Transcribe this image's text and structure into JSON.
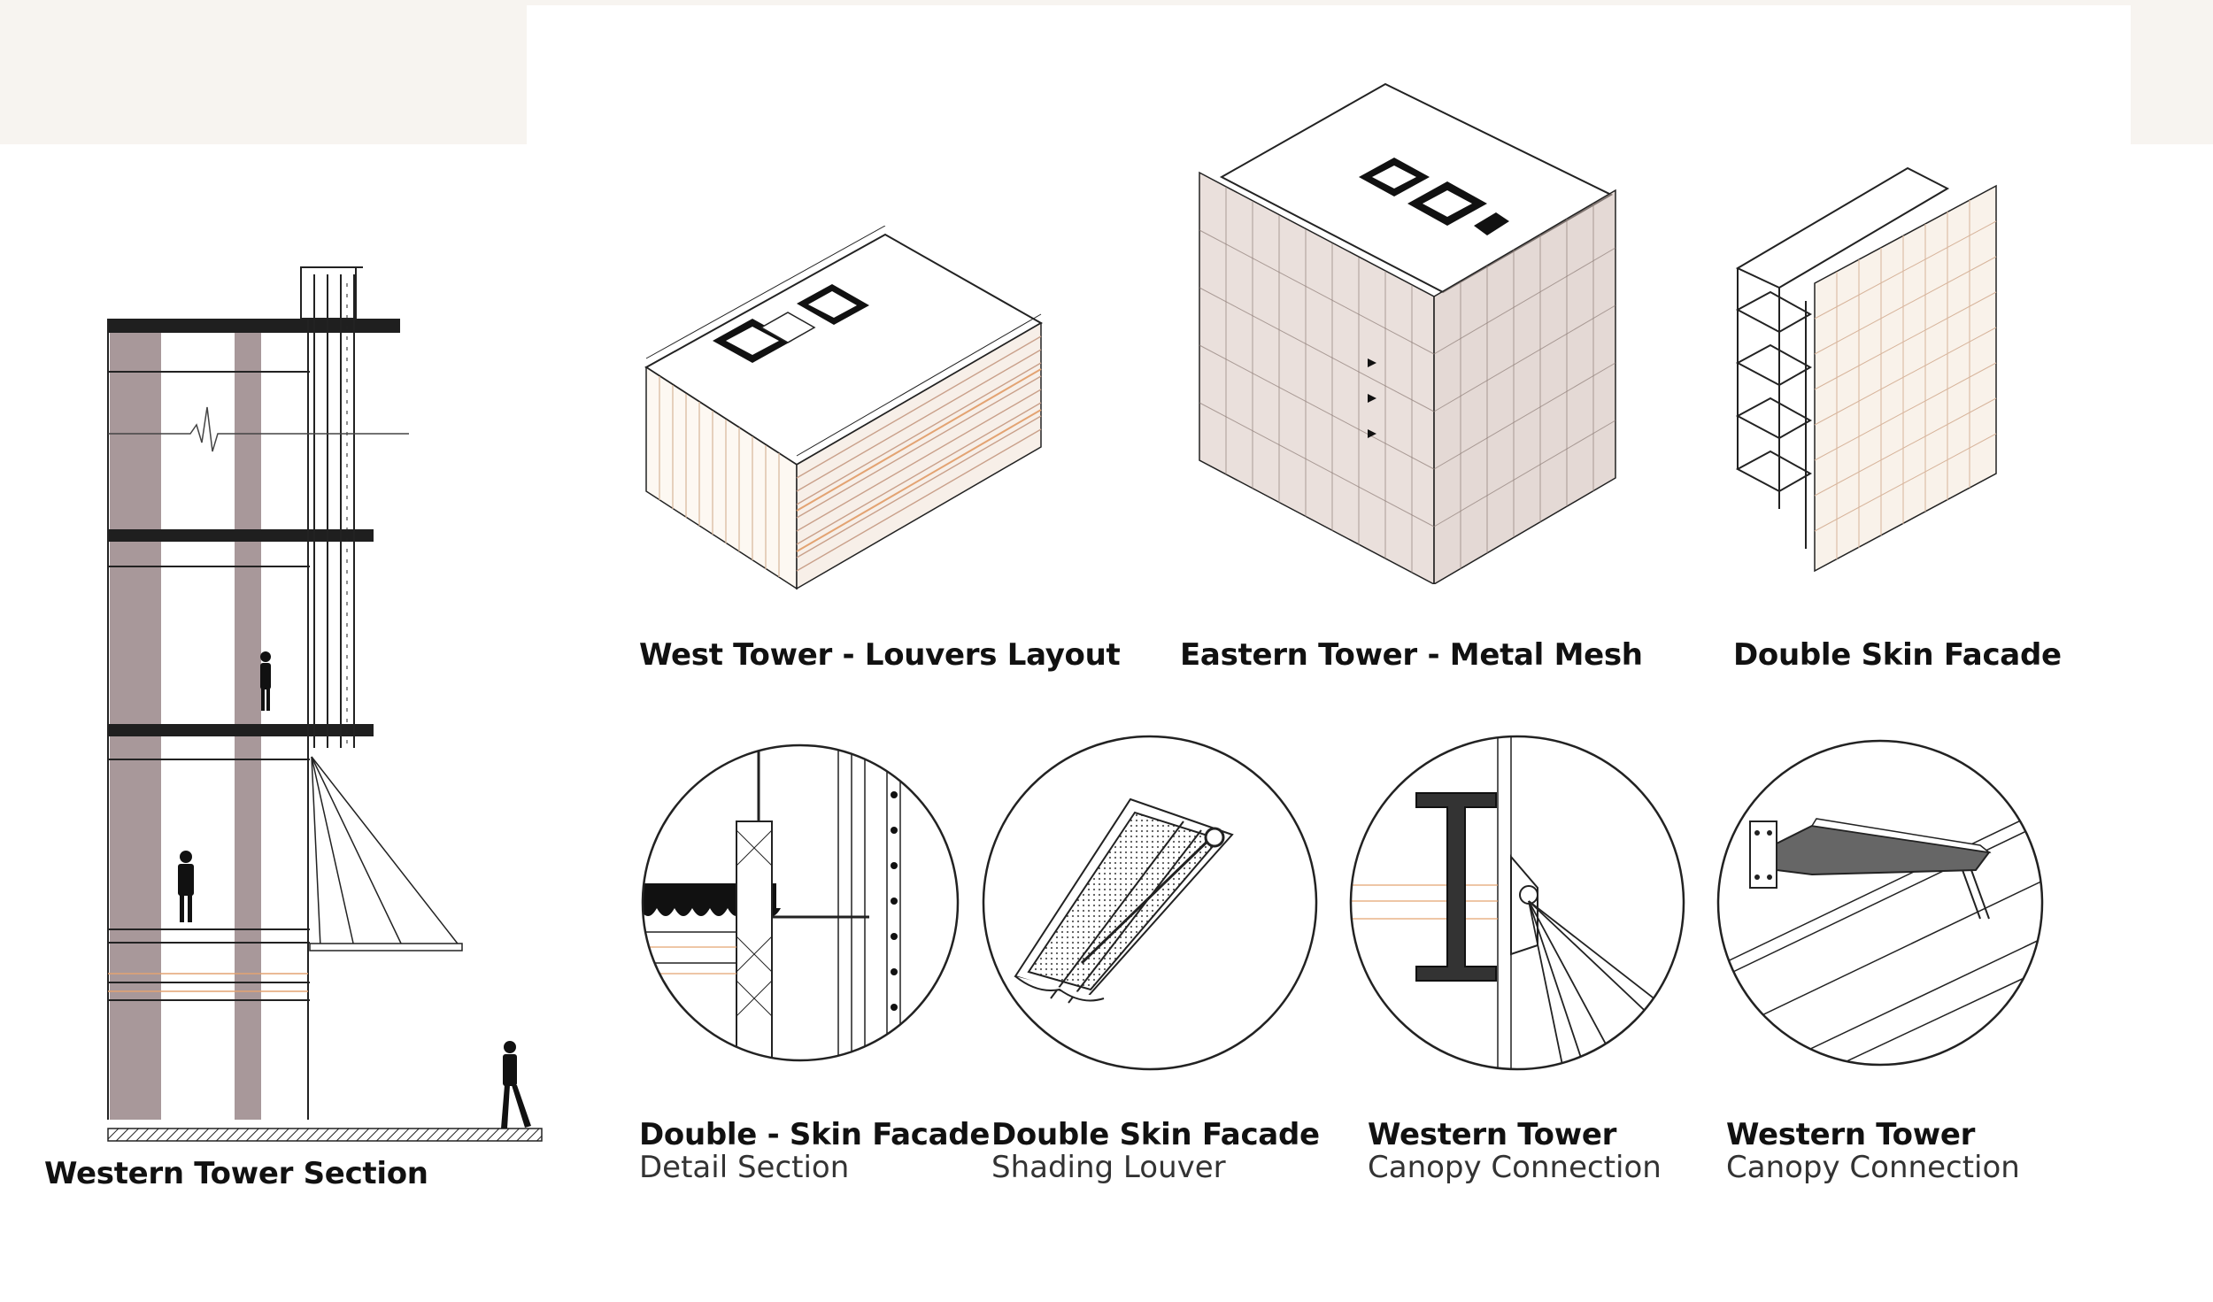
{
  "captions": {
    "section": {
      "title": "Western Tower Section"
    },
    "west_louvers": {
      "title": "West Tower - Louvers Layout"
    },
    "east_mesh": {
      "title": "Eastern Tower - Metal Mesh"
    },
    "double_skin_iso": {
      "title": "Double Skin Facade"
    },
    "detail_1": {
      "title": "Double - Skin Facade",
      "subtitle": "Detail Section"
    },
    "detail_2": {
      "title": "Double Skin Facade",
      "subtitle": "Shading Louver"
    },
    "detail_3": {
      "title": "Western Tower",
      "subtitle": "Canopy Connection"
    },
    "detail_4": {
      "title": "Western Tower",
      "subtitle": "Canopy Connection"
    }
  },
  "colors": {
    "band": "#f7f4f0",
    "column": "#a8989a",
    "line": "#222222",
    "mesh": "#c9b8b0",
    "accent": "#e3a372"
  }
}
